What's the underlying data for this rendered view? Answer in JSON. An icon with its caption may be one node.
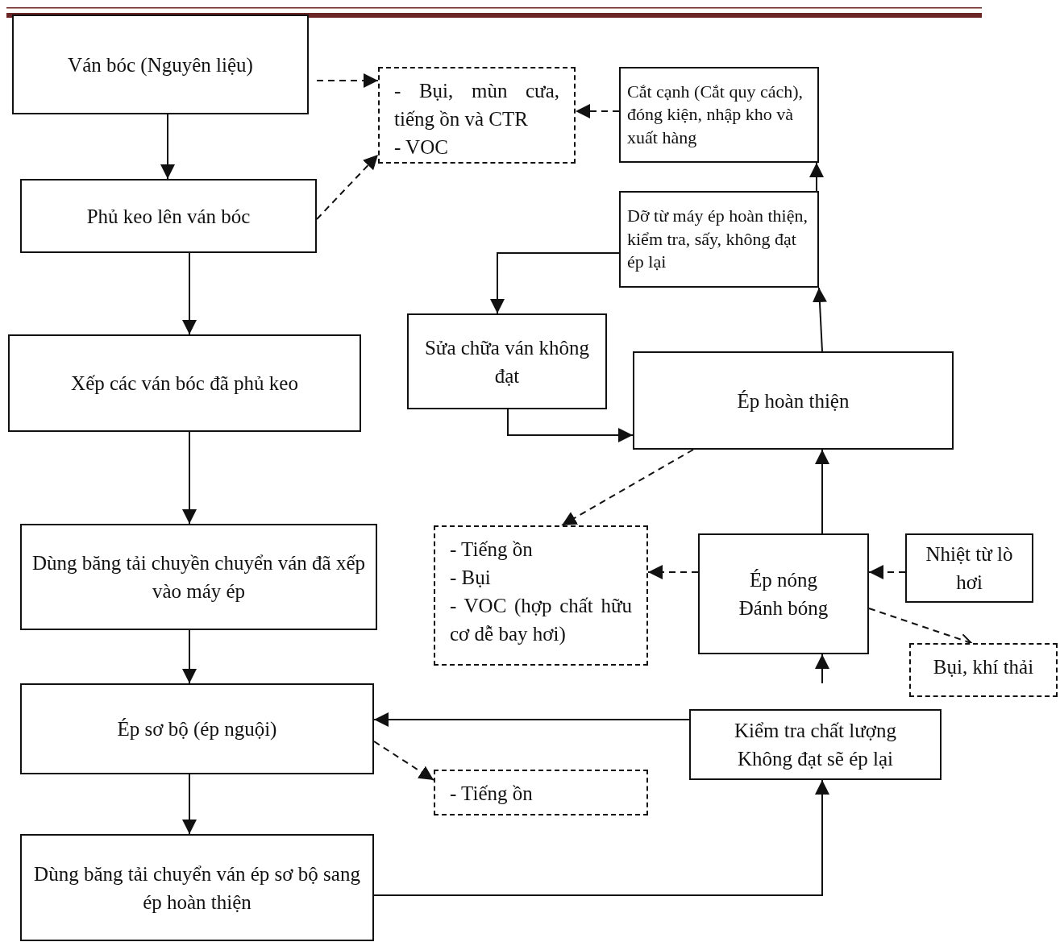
{
  "diagram": {
    "nodes": [
      {
        "text": [
          "Ván bóc (Nguyên liệu)"
        ]
      },
      {
        "text": [
          "Phủ keo lên ván bóc"
        ]
      },
      {
        "text": [
          "Xếp các ván bóc đã phủ keo"
        ]
      },
      {
        "text": [
          "Dùng băng tải chuyền chuyển ván đã xếp vào máy ép"
        ]
      },
      {
        "text": [
          "Ép sơ bộ (ép nguội)"
        ]
      },
      {
        "text": [
          "Dùng băng tải chuyển ván ép sơ bộ sang ép hoàn thiện"
        ]
      },
      {
        "text": [
          "- Bụi, mùn cưa, tiếng ồn và CTR",
          "- VOC"
        ]
      },
      {
        "text": [
          "Cắt cạnh (Cắt quy cách), đóng kiện, nhập kho và xuất hàng"
        ]
      },
      {
        "text": [
          "Dỡ từ máy ép hoàn thiện, kiểm tra, sấy, không đạt ép lại"
        ]
      },
      {
        "text": [
          "Sửa chữa ván không đạt"
        ]
      },
      {
        "text": [
          "Ép hoàn thiện"
        ]
      },
      {
        "text": [
          "- Tiếng ồn",
          "- Bụi",
          "- VOC (hợp chất hữu cơ dễ bay hơi)"
        ]
      },
      {
        "text": [
          "Ép nóng",
          "Đánh bóng"
        ]
      },
      {
        "text": [
          "Nhiệt từ lò hơi"
        ]
      },
      {
        "text": [
          "Bụi, khí thải"
        ]
      },
      {
        "text": [
          "Kiểm tra chất lượng",
          "Không đạt sẽ ép lại"
        ]
      },
      {
        "text": [
          "- Tiếng ồn"
        ]
      }
    ],
    "edges": [
      {
        "from": 0,
        "to": 1,
        "arrow": "to"
      },
      {
        "from": 1,
        "to": 2,
        "arrow": "to"
      },
      {
        "from": 2,
        "to": 3,
        "arrow": "to"
      },
      {
        "from": 3,
        "to": 4,
        "arrow": "to"
      },
      {
        "from": 4,
        "to": 5,
        "arrow": "to"
      },
      {
        "from": 5,
        "to": 15,
        "arrow": "to"
      },
      {
        "from": 15,
        "to": 4,
        "arrow": "to"
      },
      {
        "from": null,
        "to": 12,
        "arrow": "to"
      },
      {
        "from": 12,
        "to": 10,
        "arrow": "to"
      },
      {
        "from": 10,
        "to": 8,
        "arrow": "to"
      },
      {
        "from": 8,
        "to": 7,
        "arrow": "to"
      },
      {
        "from": 8,
        "to": 9,
        "arrow": "to"
      },
      {
        "from": 9,
        "to": 10,
        "arrow": "to"
      },
      {
        "from": 0,
        "to": 6,
        "arrow": "to",
        "style": "dashed"
      },
      {
        "from": 1,
        "to": 6,
        "arrow": "to",
        "style": "dashed"
      },
      {
        "from": 7,
        "to": 6,
        "arrow": "to",
        "style": "dashed"
      },
      {
        "from": 10,
        "to": 11,
        "arrow": "to",
        "style": "dashed"
      },
      {
        "from": 12,
        "to": 11,
        "arrow": "to",
        "style": "dashed"
      },
      {
        "from": 13,
        "to": 12,
        "arrow": "to",
        "style": "dashed"
      },
      {
        "from": 12,
        "to": 14,
        "arrow": "to",
        "style": "dashed"
      },
      {
        "from": 4,
        "to": 16,
        "arrow": "to",
        "style": "dashed"
      }
    ]
  }
}
